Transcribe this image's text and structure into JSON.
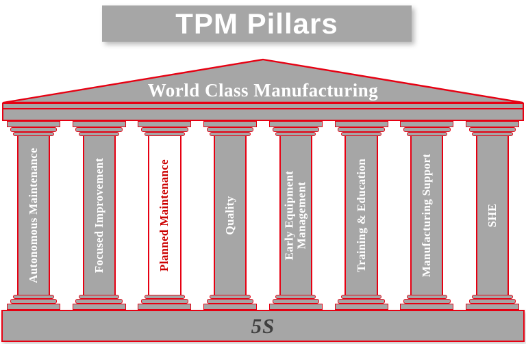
{
  "banner": {
    "title": "TPM Pillars"
  },
  "pediment": {
    "label": "World Class Manufacturing"
  },
  "pillars": [
    {
      "label": "Autonomous Maintenance",
      "highlight": false
    },
    {
      "label": "Focused Improvement",
      "highlight": false
    },
    {
      "label": "Planned Maintenance",
      "highlight": true
    },
    {
      "label": "Quality",
      "highlight": false
    },
    {
      "label": "Early Equipment Management",
      "highlight": false
    },
    {
      "label": "Training & Education",
      "highlight": false
    },
    {
      "label": "Manufacturing Support",
      "highlight": false
    },
    {
      "label": "SHE",
      "highlight": false
    }
  ],
  "foundation": {
    "label": "5S"
  },
  "colors": {
    "structure_gray": "#a6a6a6",
    "outline_red": "#e60012",
    "pillar_text": "#ffffff",
    "highlight_fill": "#ffffff",
    "highlight_text": "#cc0000",
    "foundation_text": "#3f3f3f",
    "banner_text": "#ffffff"
  }
}
